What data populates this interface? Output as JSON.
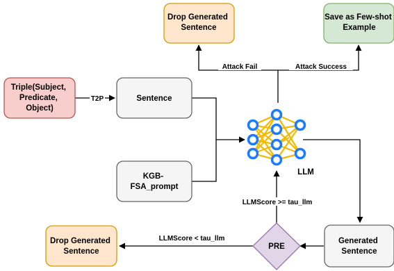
{
  "nodes": {
    "triple": [
      "Triple(Subject,",
      "Predicate,",
      "Object)"
    ],
    "sentence": [
      "Sentence"
    ],
    "kgb_prompt": [
      "KGB-",
      "FSA_prompt"
    ],
    "drop_top": [
      "Drop Generated",
      "Sentence"
    ],
    "save_fewshot": [
      "Save as Few-shot",
      "Example"
    ],
    "generated": [
      "Generated",
      "Sentence"
    ],
    "pre": [
      "PRE"
    ],
    "drop_bottom": [
      "Drop Generated",
      "Sentence"
    ],
    "llm": "LLM"
  },
  "edges": {
    "t2p": "T2P",
    "attack_fail": "Attack Fail",
    "attack_success": "Attack Success",
    "llmscore_ge": "LLMScore >= tau_llm",
    "llmscore_lt": "LLMScore < tau_llm"
  },
  "colors": {
    "red_fill": "#f8cecc",
    "red_stroke": "#b85450",
    "orange_fill": "#ffe6cc",
    "orange_stroke": "#d79b00",
    "green_fill": "#d5e8d4",
    "green_stroke": "#82b366",
    "gray_fill": "#f5f5f5",
    "gray_stroke": "#666666",
    "purple_fill": "#e1d5e7",
    "purple_stroke": "#9673a6",
    "nn_node": "#1a7cff",
    "nn_edge": "#f5b800"
  }
}
